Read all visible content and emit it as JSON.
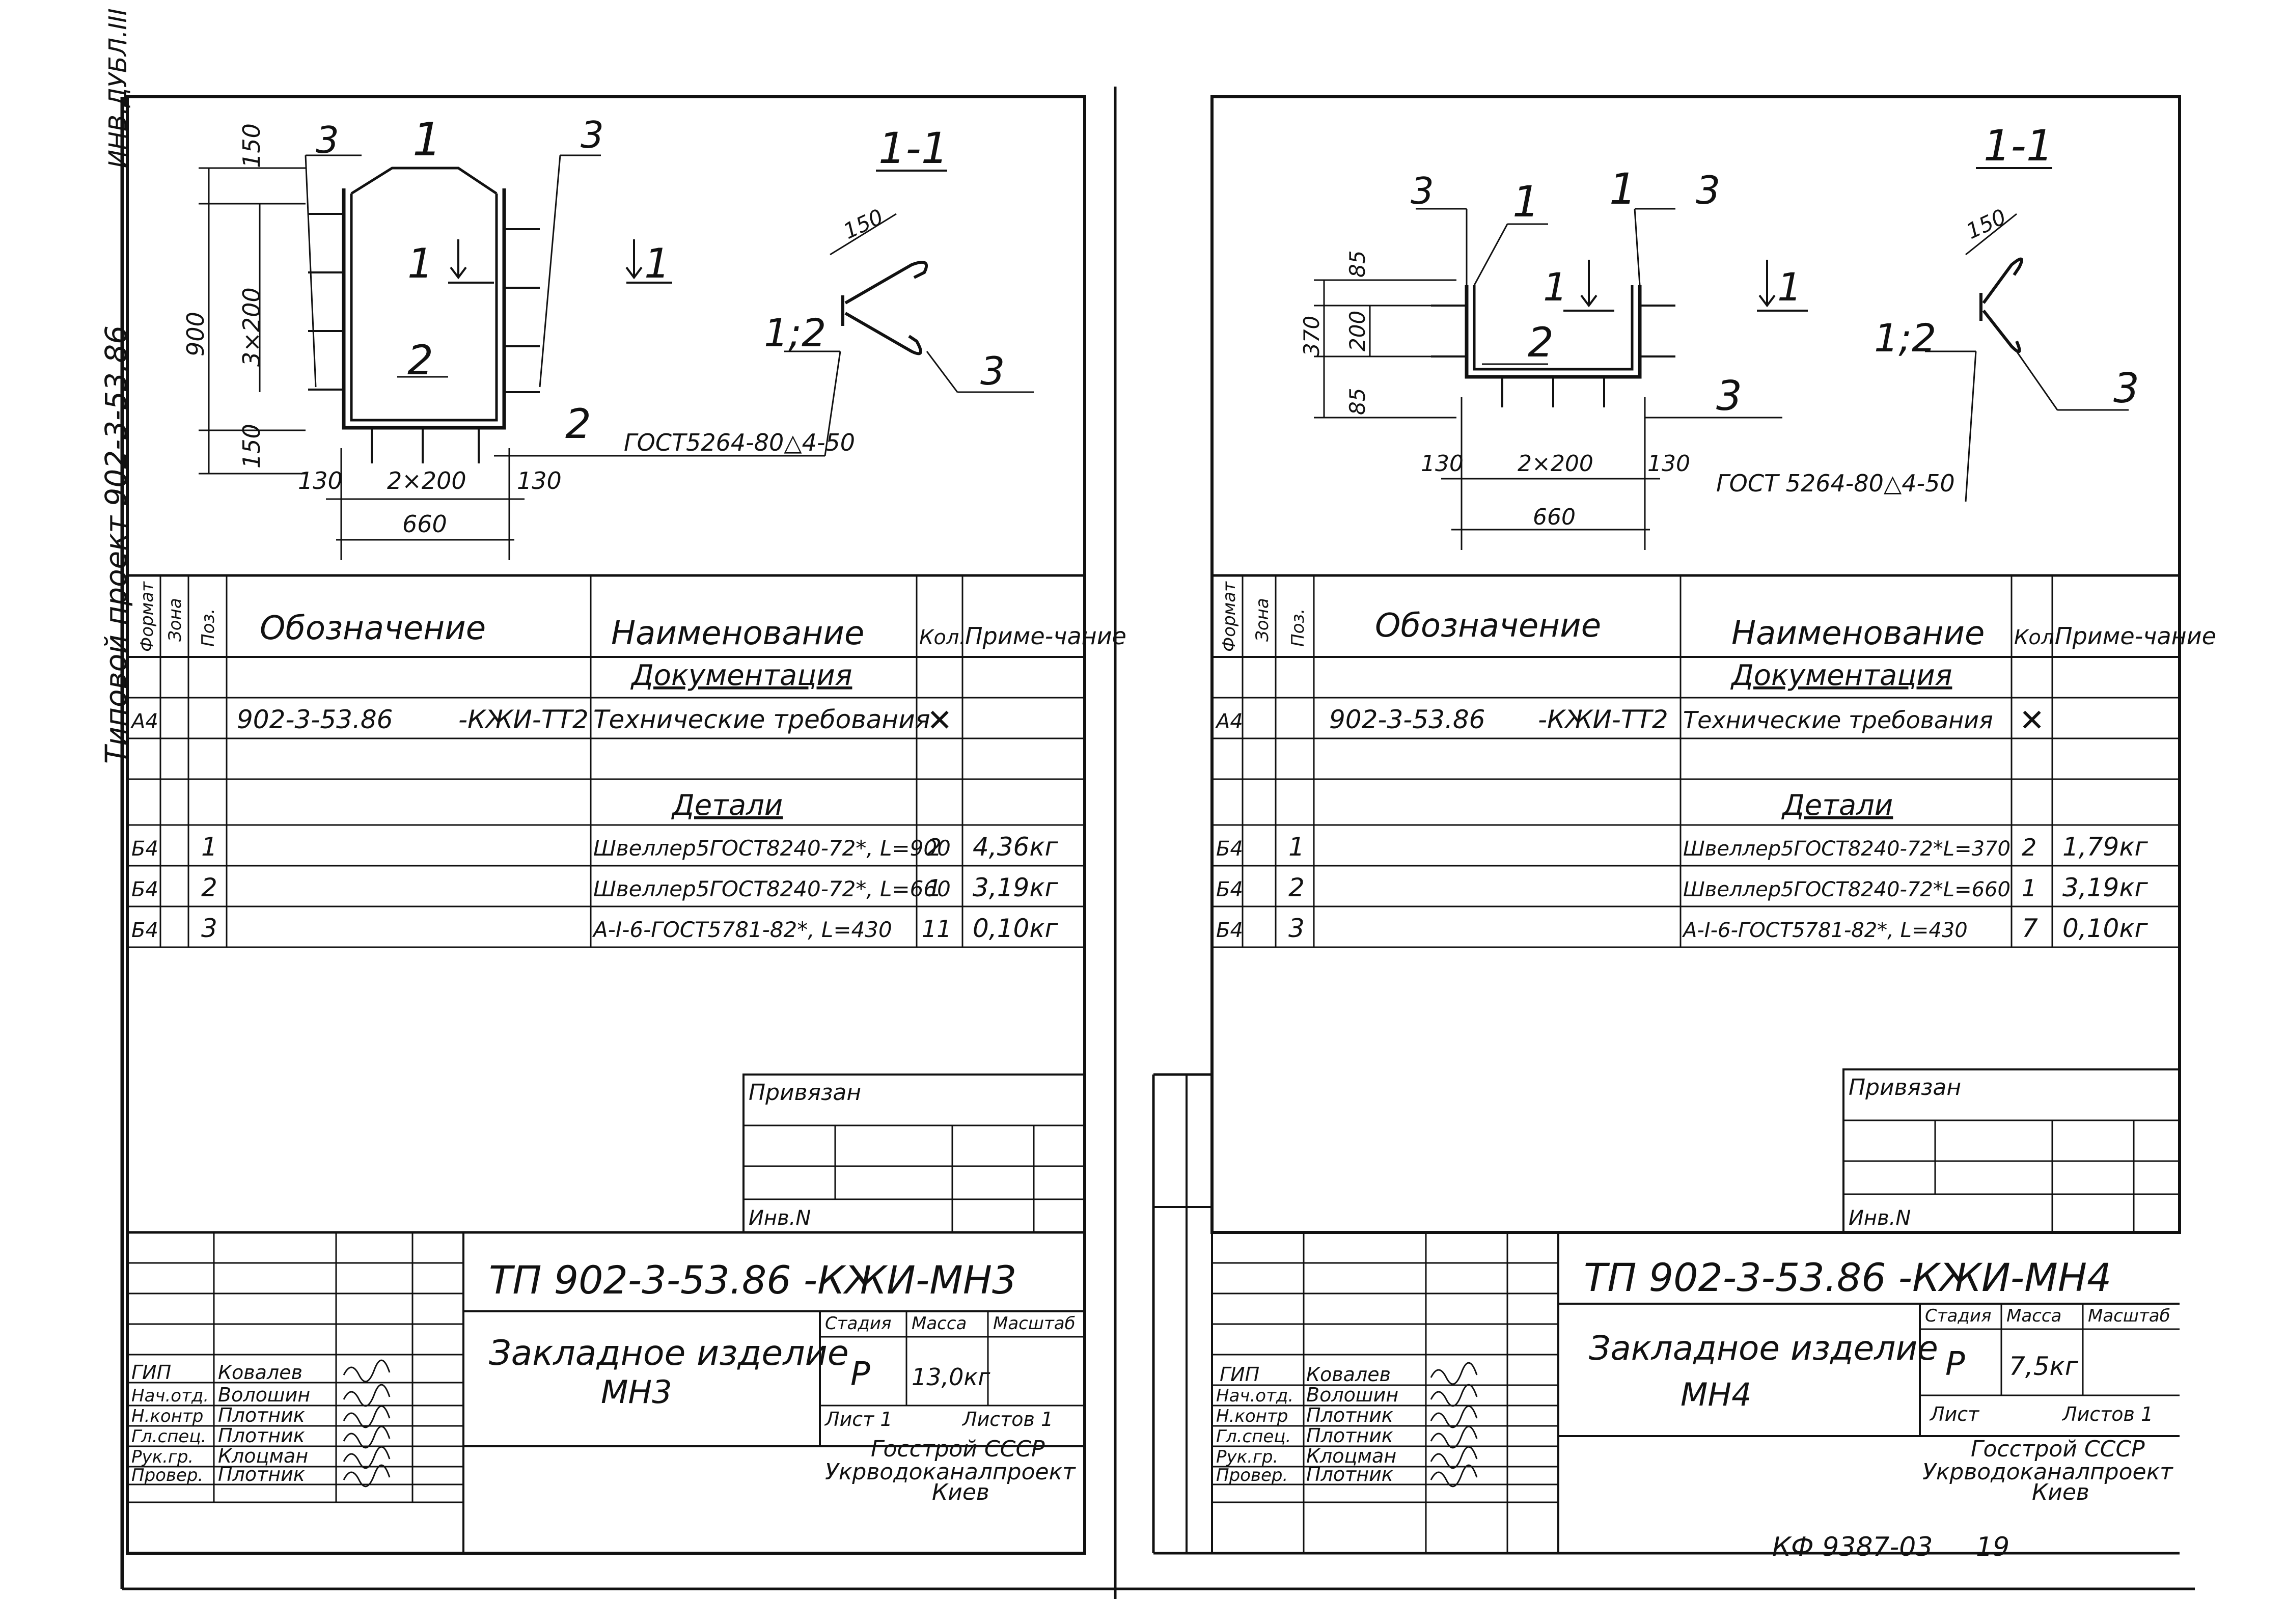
{
  "side_stamp": "Типовой проект 902-3-53.86",
  "side_code": "ИНВ.ДУБЛ.III",
  "bottom_code": "КФ 9387-03",
  "page_number": "19",
  "left": {
    "section_label": "1-1",
    "dims": {
      "top": "150",
      "mid": "3×200",
      "total": "900",
      "bottom": "150",
      "left_off": "130",
      "center": "2×200",
      "right_off": "130",
      "width": "660",
      "bar_len": "150",
      "weld": "ГОСТ5264-80△4-50"
    },
    "callouts": {
      "a": "3",
      "b": "1",
      "c": "3",
      "d": "2",
      "e": "2",
      "sec": "1;2",
      "sec3": "3",
      "cut": "1"
    },
    "table": {
      "headers": {
        "format": "Формат",
        "zone": "Зона",
        "pos": "Поз.",
        "designation": "Обозначение",
        "name": "Наименование",
        "qty": "Кол.",
        "note": "Приме-чание"
      },
      "section_docs": "Документация",
      "section_parts": "Детали",
      "doc_row": {
        "format": "А4",
        "designation": "902-3-53.86",
        "suffix": "-КЖИ-ТТ2",
        "name": "Технические требования",
        "qty": "✕"
      },
      "rows": [
        {
          "format": "Б4",
          "pos": "1",
          "name": "Швеллер5ГОСТ8240-72*, L=900",
          "qty": "2",
          "note": "4,36кг"
        },
        {
          "format": "Б4",
          "pos": "2",
          "name": "Швеллер5ГОСТ8240-72*, L=660",
          "qty": "1",
          "note": "3,19кг"
        },
        {
          "format": "Б4",
          "pos": "3",
          "name": "А-I-6-ГОСТ5781-82*, L=430",
          "qty": "11",
          "note": "0,10кг"
        }
      ]
    },
    "privyazan": "Привязан",
    "inv": "Инв.N",
    "doc_code": "ТП 902-3-53.86 -КЖИ-МН3",
    "item_title": "Закладное изделие",
    "item_code": "МН3",
    "stage_h": "Стадия",
    "mass_h": "Масса",
    "scale_h": "Масштаб",
    "stage": "Р",
    "mass": "13,0кг",
    "sheet": "Лист 1",
    "sheets": "Листов 1",
    "org1": "Госстрой СССР",
    "org2": "Укрводоканалпроект",
    "org3": "Киев",
    "people": [
      {
        "role": "ГИП",
        "name": "Ковалев"
      },
      {
        "role": "Нач.отд.",
        "name": "Волошин"
      },
      {
        "role": "Н.контр",
        "name": "Плотник"
      },
      {
        "role": "Гл.спец.",
        "name": "Плотник"
      },
      {
        "role": "Рук.гр.",
        "name": "Клоцман"
      },
      {
        "role": "Провер.",
        "name": "Плотник"
      }
    ]
  },
  "right": {
    "section_label": "1-1",
    "dims": {
      "top": "85",
      "mid": "200",
      "total": "370",
      "bottom": "85",
      "left_off": "130",
      "center": "2×200",
      "right_off": "130",
      "width": "660",
      "bar_len": "150",
      "weld": "ГОСТ 5264-80△4-50"
    },
    "callouts": {
      "a": "3",
      "b": "1",
      "c": "1",
      "d": "3",
      "e": "2",
      "f": "3",
      "sec": "1;2",
      "sec3": "3",
      "cut": "1"
    },
    "table": {
      "headers": {
        "format": "Формат",
        "zone": "Зона",
        "pos": "Поз.",
        "designation": "Обозначение",
        "name": "Наименование",
        "qty": "Кол.",
        "note": "Приме-чание"
      },
      "section_docs": "Документация",
      "section_parts": "Детали",
      "doc_row": {
        "format": "А4",
        "designation": "902-3-53.86",
        "suffix": "-КЖИ-ТТ2",
        "name": "Технические требования",
        "qty": "✕"
      },
      "rows": [
        {
          "format": "Б4",
          "pos": "1",
          "name": "Швеллер5ГОСТ8240-72*L=370",
          "qty": "2",
          "note": "1,79кг"
        },
        {
          "format": "Б4",
          "pos": "2",
          "name": "Швеллер5ГОСТ8240-72*L=660",
          "qty": "1",
          "note": "3,19кг"
        },
        {
          "format": "Б4",
          "pos": "3",
          "name": "А-I-6-ГОСТ5781-82*, L=430",
          "qty": "7",
          "note": "0,10кг"
        }
      ]
    },
    "privyazan": "Привязан",
    "inv": "Инв.N",
    "doc_code": "ТП 902-3-53.86 -КЖИ-МН4",
    "item_title": "Закладное изделие",
    "item_code": "МН4",
    "stage_h": "Стадия",
    "mass_h": "Масса",
    "scale_h": "Масштаб",
    "stage": "Р",
    "mass": "7,5кг",
    "sheet": "Лист",
    "sheets": "Листов 1",
    "org1": "Госстрой СССР",
    "org2": "Укрводоканалпроект",
    "org3": "Киев",
    "people": [
      {
        "role": "ГИП",
        "name": "Ковалев"
      },
      {
        "role": "Нач.отд.",
        "name": "Волошин"
      },
      {
        "role": "Н.контр",
        "name": "Плотник"
      },
      {
        "role": "Гл.спец.",
        "name": "Плотник"
      },
      {
        "role": "Рук.гр.",
        "name": "Клоцман"
      },
      {
        "role": "Провер.",
        "name": "Плотник"
      }
    ]
  }
}
